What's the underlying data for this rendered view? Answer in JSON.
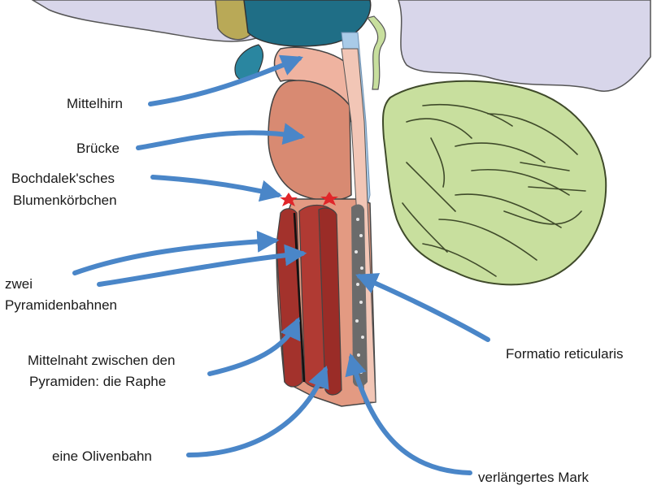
{
  "labels": {
    "mittelhirn": "Mittelhirn",
    "bruecke": "Brücke",
    "bochdalek_line1": "Bochdalek'sches",
    "bochdalek_line2": "Blumenkörbchen",
    "pyramiden_line1": "zwei",
    "pyramiden_line2": "Pyramidenbahnen",
    "raphe_line1": "Mittelnaht zwischen den",
    "raphe_line2": "Pyramiden: die Raphe",
    "olivenbahn": "eine Olivenbahn",
    "formatio": "Formatio reticularis",
    "mark": "verlängertes Mark"
  },
  "colors": {
    "arrow": "#4a86c8",
    "pons": "#d88a72",
    "pons_light": "#efb3a0",
    "pyramid": "#a3322c",
    "pyramid_dark": "#6e1a17",
    "cerebellum": "#c8df9e",
    "cerebellum_lines": "#3f4a2a",
    "ventricle": "#a9cbe8",
    "lilac": "#d8d6ea",
    "teal": "#1f6e86",
    "olive": "#b9a957",
    "star": "#e0262a",
    "formatio": "#6b6b6b"
  }
}
